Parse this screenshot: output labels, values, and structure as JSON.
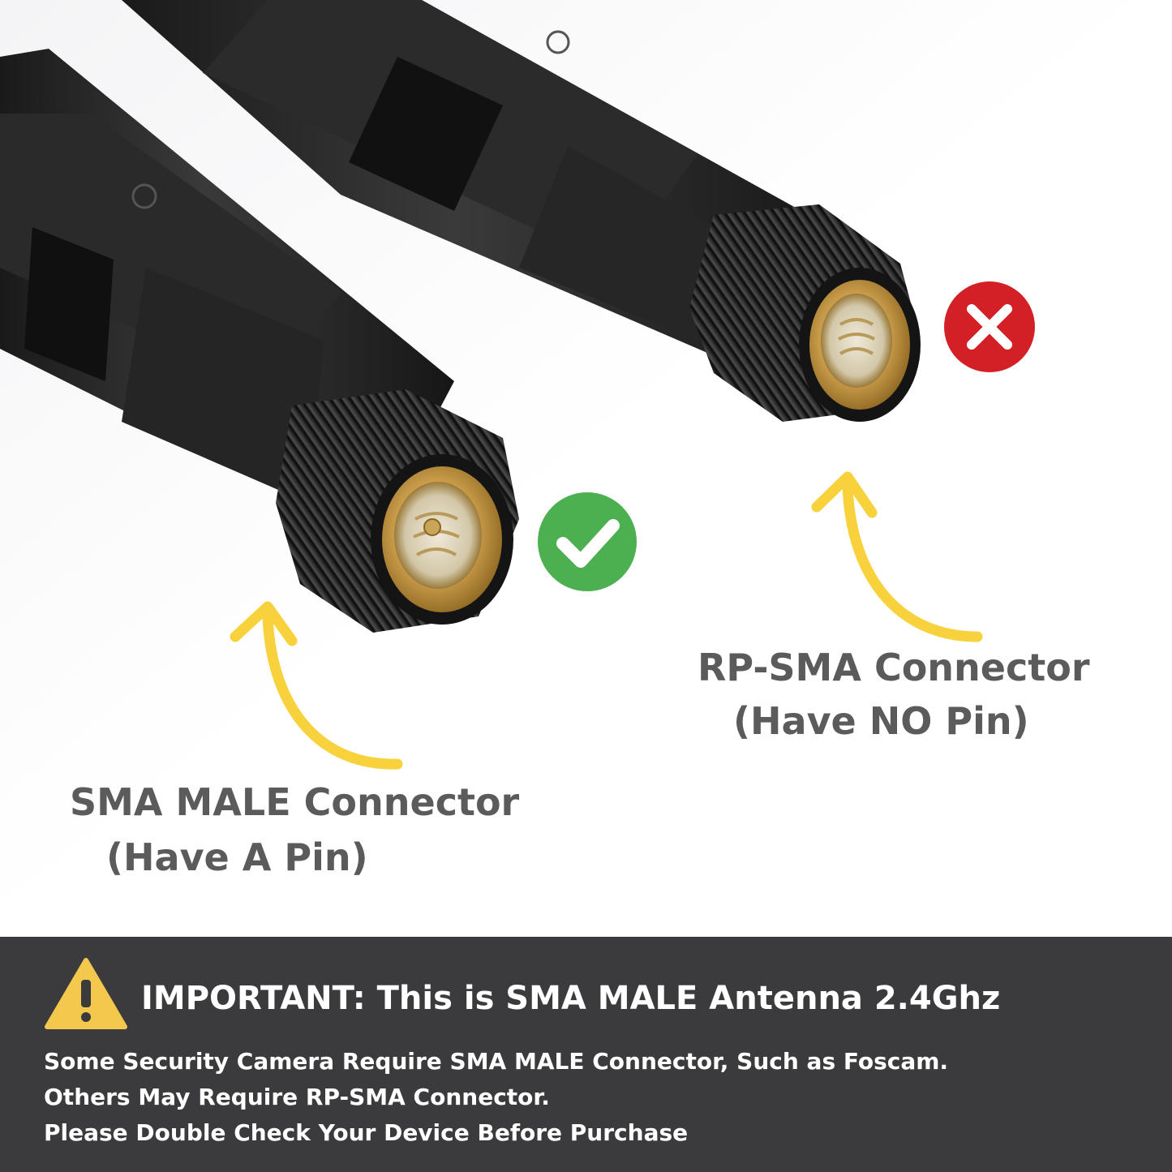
{
  "labels": {
    "sma_title": "SMA MALE Connector",
    "sma_sub": "(Have A Pin)",
    "rp_title": "RP-SMA Connector",
    "rp_sub": "(Have NO Pin)"
  },
  "banner": {
    "important": "IMPORTANT: This is SMA MALE Antenna 2.4Ghz",
    "notes": [
      "Some Security Camera Require SMA MALE Connector, Such as Foscam.",
      "Others May Require RP-SMA Connector.",
      "Please Double Check Your Device Before Purchase"
    ]
  },
  "icons": {
    "correct": "green-check-icon",
    "wrong": "red-x-icon",
    "warning": "warning-triangle-icon",
    "arrows": "yellow-curved-arrow-icon"
  },
  "colors": {
    "text_gray": "#5b5b5b",
    "banner_bg": "#3b3b3d",
    "check_green": "#4caf50",
    "x_red": "#d32027",
    "arrow_yellow": "#f7d23c",
    "brass": "#c79a48",
    "antenna_black": "#222222"
  }
}
